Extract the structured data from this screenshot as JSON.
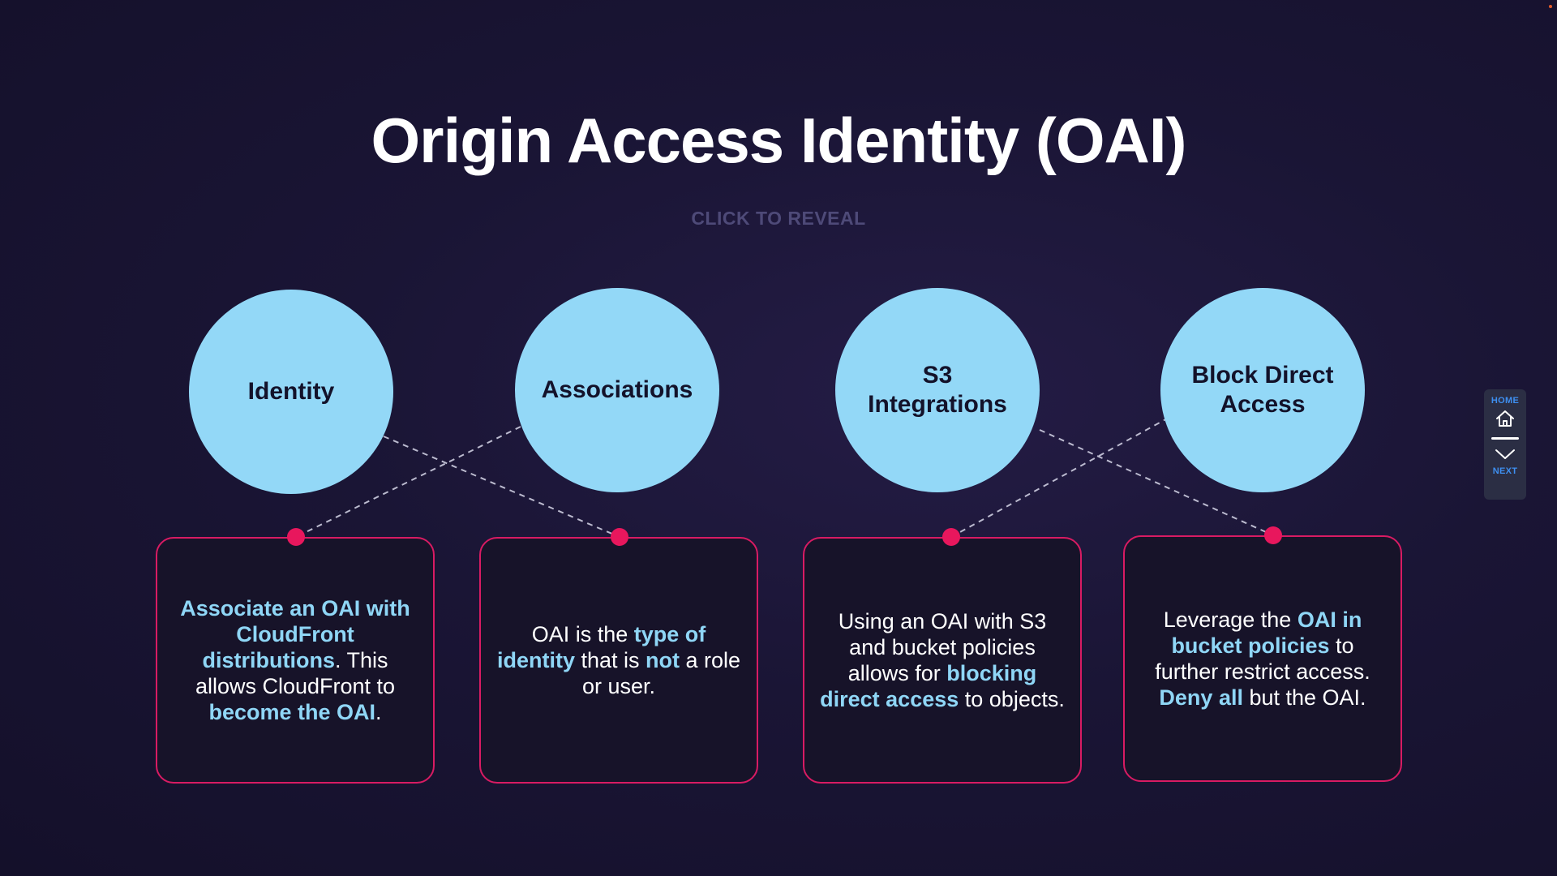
{
  "slide": {
    "title": "Origin Access Identity (OAI)",
    "reveal_label": "CLICK TO REVEAL"
  },
  "circles": [
    {
      "line1": "Identity",
      "line2": ""
    },
    {
      "line1": "Associations",
      "line2": ""
    },
    {
      "line1": "S3",
      "line2": "Integrations"
    },
    {
      "line1": "Block Direct",
      "line2": "Access"
    }
  ],
  "cards": [
    {
      "segments": [
        {
          "text": "Associate an OAI with CloudFront distributions",
          "highlight": true
        },
        {
          "text": ". This allows CloudFront to ",
          "highlight": false
        },
        {
          "text": "become the OAI",
          "highlight": true
        },
        {
          "text": ".",
          "highlight": false
        }
      ]
    },
    {
      "segments": [
        {
          "text": "OAI is the ",
          "highlight": false
        },
        {
          "text": "type of identity",
          "highlight": true
        },
        {
          "text": " that is ",
          "highlight": false
        },
        {
          "text": "not",
          "highlight": true
        },
        {
          "text": " a role or user.",
          "highlight": false
        }
      ]
    },
    {
      "segments": [
        {
          "text": "Using an OAI with S3 and bucket policies allows for ",
          "highlight": false
        },
        {
          "text": "blocking direct access",
          "highlight": true
        },
        {
          "text": " to objects.",
          "highlight": false
        }
      ]
    },
    {
      "segments": [
        {
          "text": "Leverage the ",
          "highlight": false
        },
        {
          "text": "OAI in bucket policies",
          "highlight": true
        },
        {
          "text": " to further restrict access. ",
          "highlight": false
        },
        {
          "text": "Deny all",
          "highlight": true
        },
        {
          "text": " but the OAI.",
          "highlight": false
        }
      ]
    }
  ],
  "nav": {
    "home_label": "HOME",
    "next_label": "NEXT",
    "home_icon": "home-icon",
    "next_icon": "chevron-down-icon"
  },
  "colors": {
    "circle": "#93d8f7",
    "card_border": "#d81b63",
    "dot": "#e8175d",
    "highlight": "#8fd6f6",
    "nav_accent": "#3e8ff0"
  }
}
